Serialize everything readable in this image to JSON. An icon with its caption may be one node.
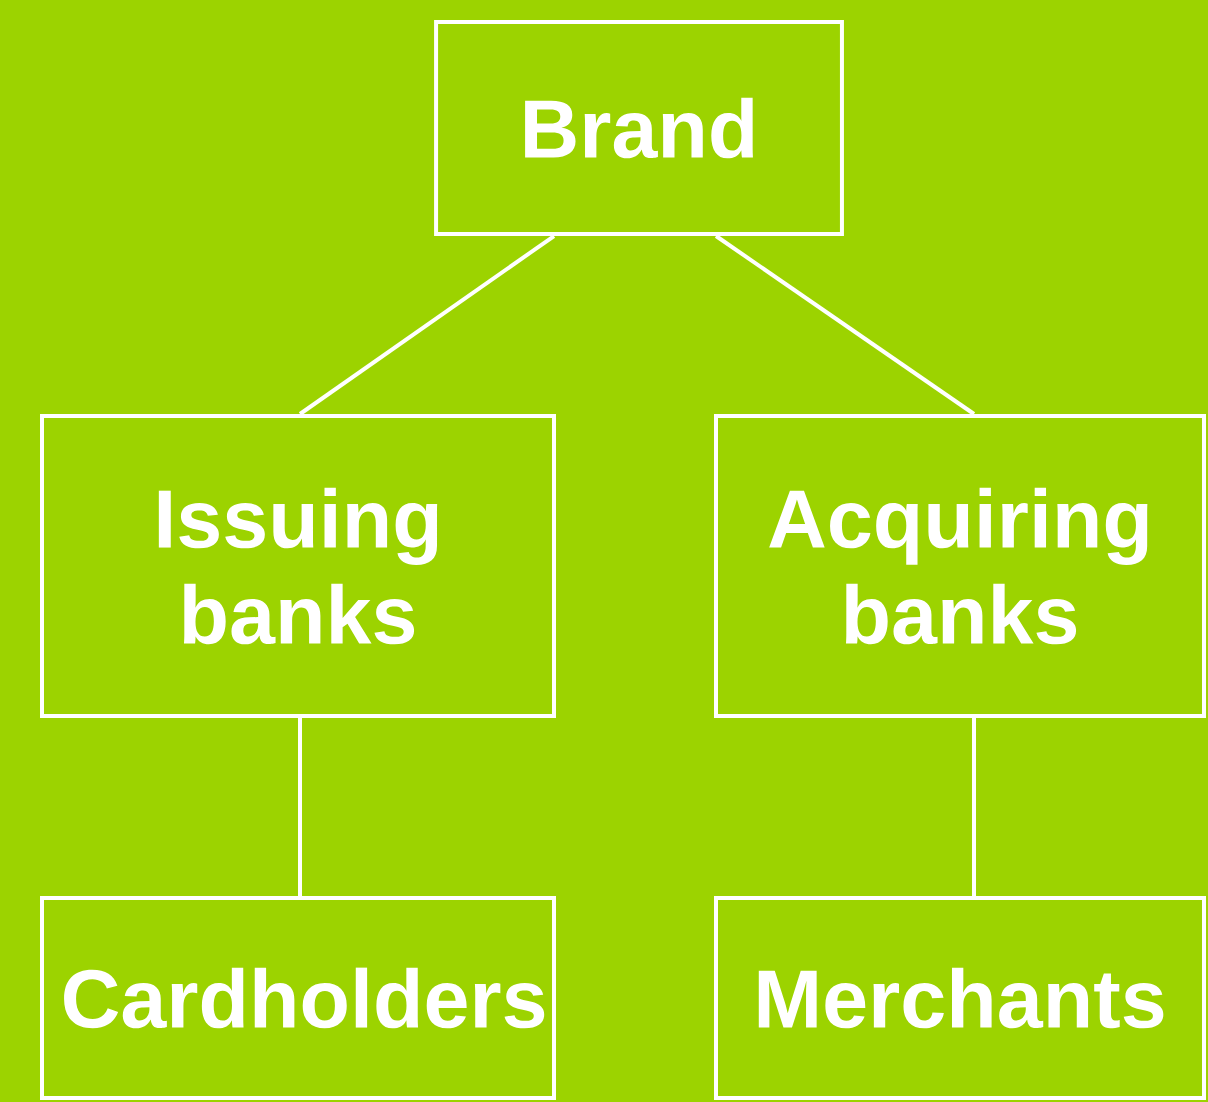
{
  "diagram": {
    "nodes": [
      {
        "text": [
          "Brand"
        ]
      },
      {
        "text": [
          "Issuing banks"
        ]
      },
      {
        "text": [
          "Acquiring banks"
        ]
      },
      {
        "text": [
          "Cardholders"
        ]
      },
      {
        "text": [
          "Merchants"
        ]
      }
    ],
    "edges": [
      {
        "from": 0,
        "to": 1,
        "arrow": "none"
      },
      {
        "from": 0,
        "to": 2,
        "arrow": "none"
      },
      {
        "from": 1,
        "to": 3,
        "arrow": "none"
      },
      {
        "from": 2,
        "to": 4,
        "arrow": "none"
      }
    ]
  }
}
